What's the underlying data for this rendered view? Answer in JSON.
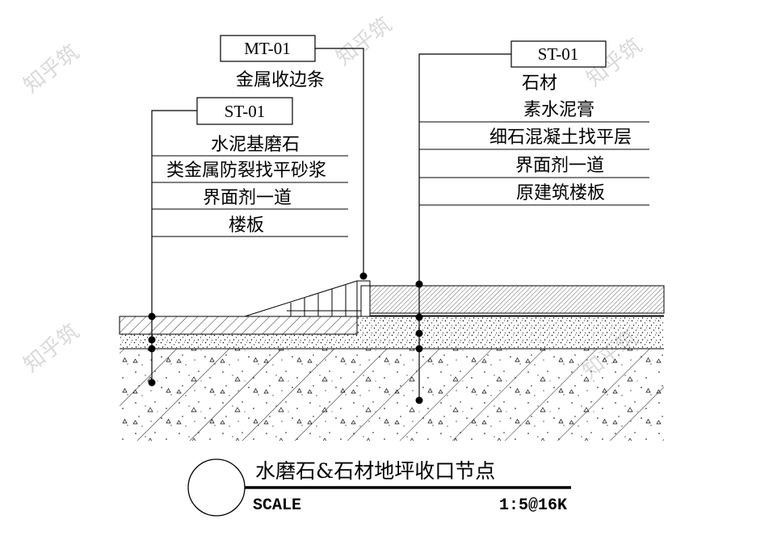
{
  "watermark": "知乎筑",
  "left_callout": {
    "code": "ST-01",
    "layers": [
      "水泥基磨石",
      "类金属防裂找平砂浆",
      "界面剂一道",
      "楼板"
    ]
  },
  "middle_callout": {
    "code": "MT-01",
    "label": "金属收边条"
  },
  "right_callout": {
    "code": "ST-01",
    "layers": [
      "石材",
      "素水泥膏",
      "细石混凝土找平层",
      "界面剂一道",
      "原建筑楼板"
    ]
  },
  "title_block": {
    "title": "水磨石&石材地坪收口节点",
    "scale_label": "SCALE",
    "scale_value": "1:5@16K"
  }
}
